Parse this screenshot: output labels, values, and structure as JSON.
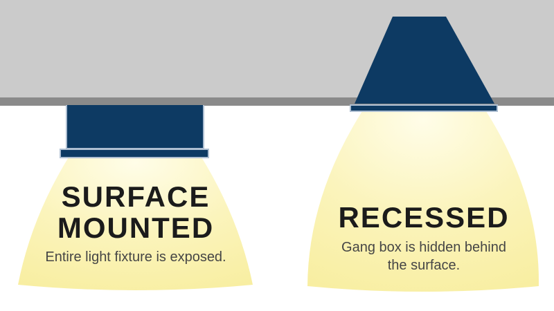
{
  "left_panel": {
    "title_line1": "SURFACE",
    "title_line2": "MOUNTED",
    "subtitle": "Entire light fixture is exposed."
  },
  "right_panel": {
    "title": "RECESSED",
    "subtitle_line1": "Gang box is hidden behind",
    "subtitle_line2": "the surface."
  },
  "colors": {
    "navy": "#0d3a63",
    "ceiling": "#cbcbcb",
    "ceiling_edge": "#8a8a8a",
    "trim": "#aebfd2",
    "ink": "#1b1b1b",
    "sub": "#454545",
    "cone_center": "#fffde8",
    "cone_mid": "#fbf4bc",
    "cone_edge": "#f8eea0"
  }
}
